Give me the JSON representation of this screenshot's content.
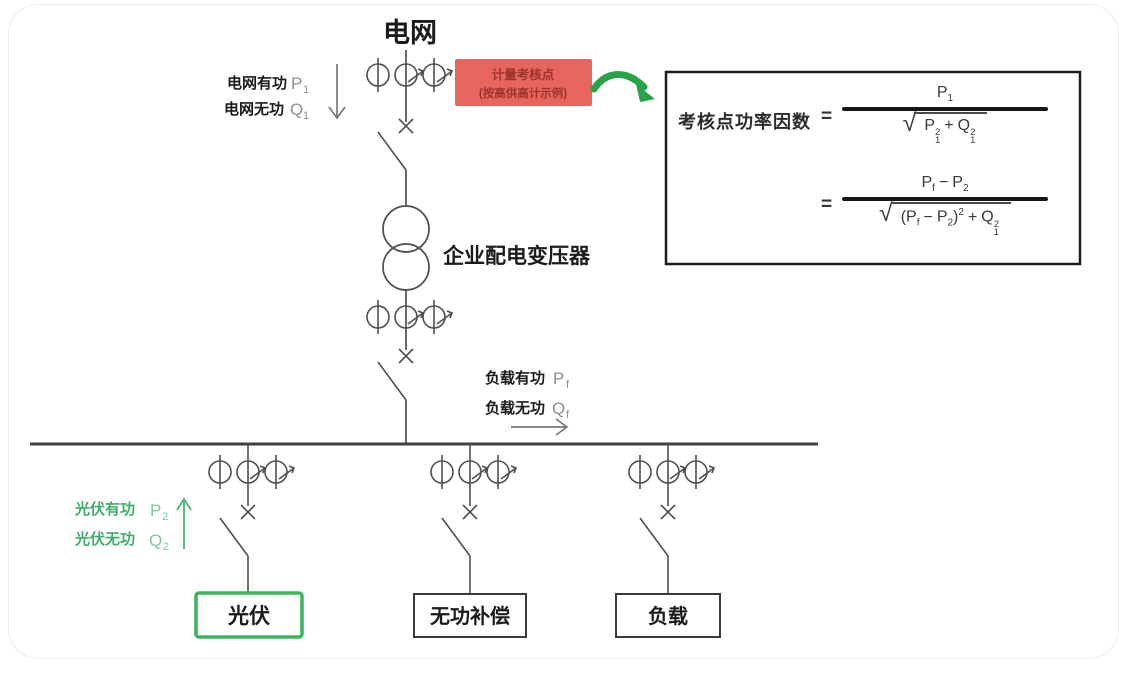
{
  "colors": {
    "green_accent": "#3cb45c",
    "green_text": "#3fae6a",
    "green_light": "#7cc79c",
    "badge_bg": "#e8645e",
    "badge_text": "#9c332c",
    "line_gray": "#4f4f4f"
  },
  "title": "电网",
  "grid": {
    "active_label": "电网有功",
    "active_sym": "P",
    "active_sub": "1",
    "reactive_label": "电网无功",
    "reactive_sym": "Q",
    "reactive_sub": "1"
  },
  "badge": {
    "line1": "计量考核点",
    "line2": "(按高供高计示例)"
  },
  "transformer": {
    "label": "企业配电变压器"
  },
  "load": {
    "active_label": "负载有功",
    "active_sym": "P",
    "active_sub": "f",
    "reactive_label": "负载无功",
    "reactive_sym": "Q",
    "reactive_sub": "f"
  },
  "pv": {
    "active_label": "光伏有功",
    "active_sym": "P",
    "active_sub": "2",
    "reactive_label": "光伏无功",
    "reactive_sym": "Q",
    "reactive_sub": "2"
  },
  "boxes": {
    "pv": "光伏",
    "compensation": "无功补偿",
    "load": "负载"
  },
  "formula": {
    "label": "考核点功率因数",
    "equals": "=",
    "radical": "√",
    "plus": "+",
    "minus": "−",
    "p": "P",
    "q": "Q",
    "sub1": "1",
    "sub2": "2",
    "subf": "f",
    "sup2": "2",
    "paren_open": "(",
    "paren_close": ")"
  }
}
